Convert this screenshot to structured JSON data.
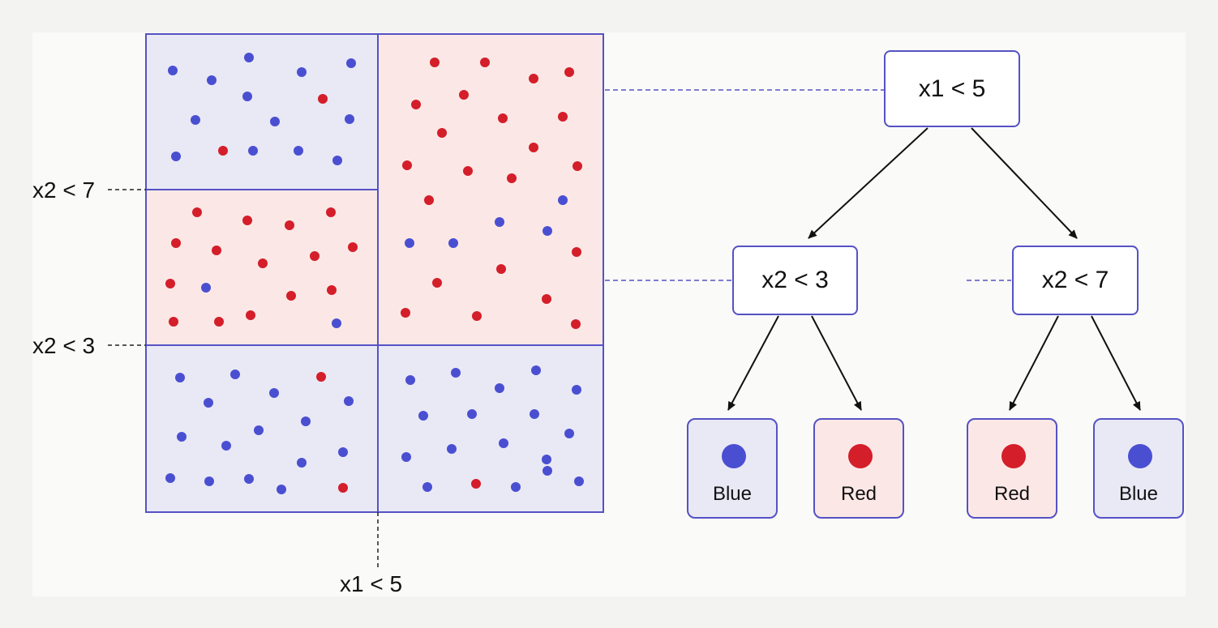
{
  "colors": {
    "blue": "#4a4fd1",
    "red": "#d41e2a",
    "blue_region": "#e9e9f6",
    "red_region": "#fbe8e6",
    "border": "#5552c4"
  },
  "axis_labels": {
    "x2_upper": "x2 < 7",
    "x2_lower": "x2 < 3",
    "x1": "x1 < 5"
  },
  "tree": {
    "root": "x1 < 5",
    "left_split": "x2 < 3",
    "right_split": "x2 < 7",
    "leaves": [
      {
        "label": "Blue",
        "class": "blue"
      },
      {
        "label": "Red",
        "class": "red"
      },
      {
        "label": "Red",
        "class": "red"
      },
      {
        "label": "Blue",
        "class": "blue"
      }
    ]
  },
  "regions": [
    {
      "id": "top-left",
      "class": "blue"
    },
    {
      "id": "middle-left",
      "class": "red"
    },
    {
      "id": "bottom-left",
      "class": "blue"
    },
    {
      "id": "right-upper",
      "class": "red"
    },
    {
      "id": "bottom-right",
      "class": "blue"
    }
  ]
}
